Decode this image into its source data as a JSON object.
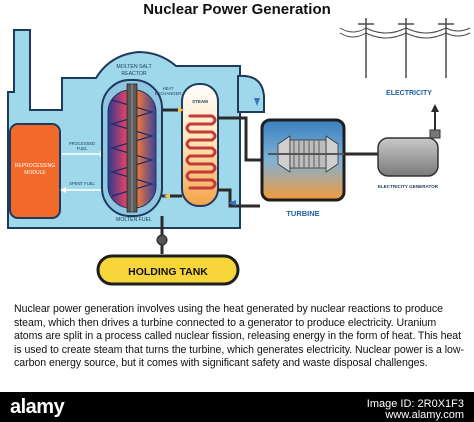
{
  "title": "Nuclear Power Generation",
  "labels": {
    "reactor": "MOLTEN SALT REACTOR",
    "reactor_line1": "MOLTEN SALT",
    "reactor_line2": "REACTOR",
    "heat_exchanger_line1": "HEAT",
    "heat_exchanger_line2": "EXCHANGER",
    "steam": "STEAM",
    "processed_fuel_line1": "PROCESSED",
    "processed_fuel_line2": "FUEL",
    "reprocessing_line1": "REPROCESSING",
    "reprocessing_line2": "MODULE",
    "spent_fuel": "SPENT FUEL",
    "molten_fuel": "MOLTEN FUEL",
    "turbine": "TURBINE",
    "electricity": "ELECTRICITY",
    "electricity_generator": "ELECTRICITY GENERATOR",
    "holding_tank": "HOLDING TANK"
  },
  "description": "Nuclear power generation involves using the heat generated by nuclear reactions to produce steam, which then drives a turbine connected to a generator to produce electricity. Uranium atoms are split in a process called nuclear fission, releasing energy in the form of heat. This heat is used to create steam that turns the turbine, which generates electricity. Nuclear power is a low-carbon energy source, but it comes with significant safety and waste disposal challenges.",
  "watermark": "alamy",
  "stock": {
    "image_id_label": "Image ID: 2R0X1F3",
    "site": "www.alamy.com"
  },
  "colors": {
    "building": "#9ed8ea",
    "reprocessing": "#f26a2a",
    "holding_tank": "#f7d63c",
    "label_blue": "#1f5fa8",
    "pipe": "#2b2b2b",
    "turbine_blue": "#3a7fbf",
    "turbine_orange": "#f39a3a"
  }
}
